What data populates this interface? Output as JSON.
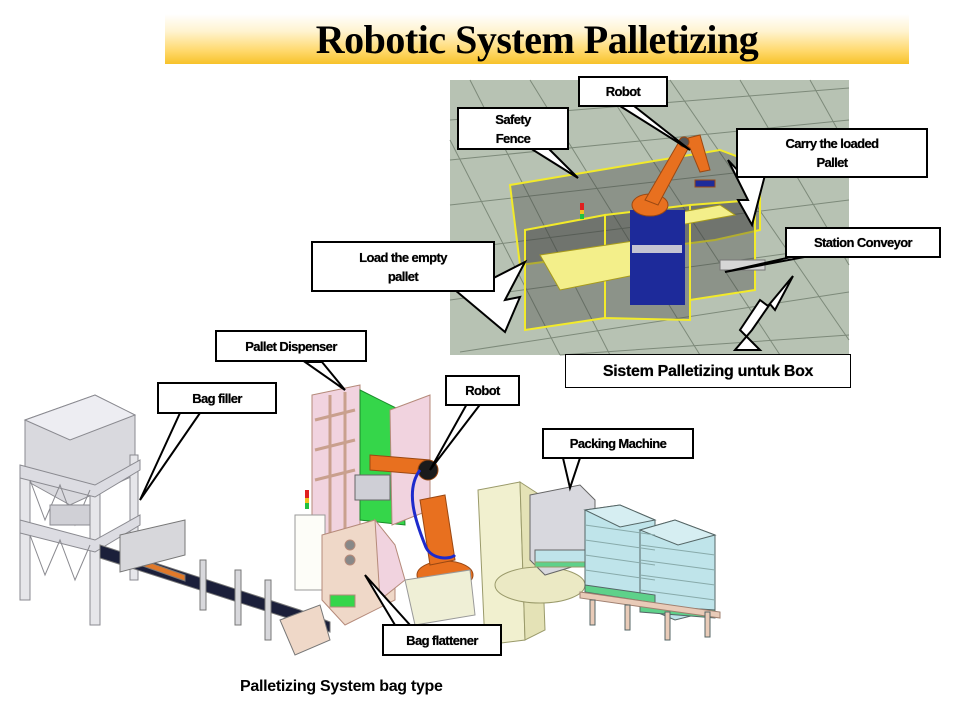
{
  "title": "Robotic System Palletizing",
  "box_system": {
    "caption": "Sistem Palletizing untuk Box",
    "callouts": {
      "robot": "Robot",
      "safety_fence": "Safety Fence",
      "carry_loaded_pallet": "Carry the loaded Pallet",
      "station_conveyor": "Station Conveyor",
      "load_empty_pallet": "Load the empty pallet"
    }
  },
  "bag_system": {
    "caption": "Palletizing System bag type",
    "callouts": {
      "pallet_dispenser": "Pallet Dispenser",
      "bag_filler": "Bag filler",
      "robot": "Robot",
      "packing_machine": "Packing Machine",
      "bag_flattener": "Bag flattener"
    }
  },
  "colors": {
    "banner_top": "#ffffff",
    "banner_bottom": "#f7c22a",
    "floor": "#b7c2b3",
    "fence": "#f2ea2a",
    "robot": "#e8701f",
    "machine_blue": "#1d2a9a",
    "dispenser_pink": "#f1d3df",
    "pallet_green": "#35d64a",
    "bag_blue": "#bfe4ea"
  }
}
